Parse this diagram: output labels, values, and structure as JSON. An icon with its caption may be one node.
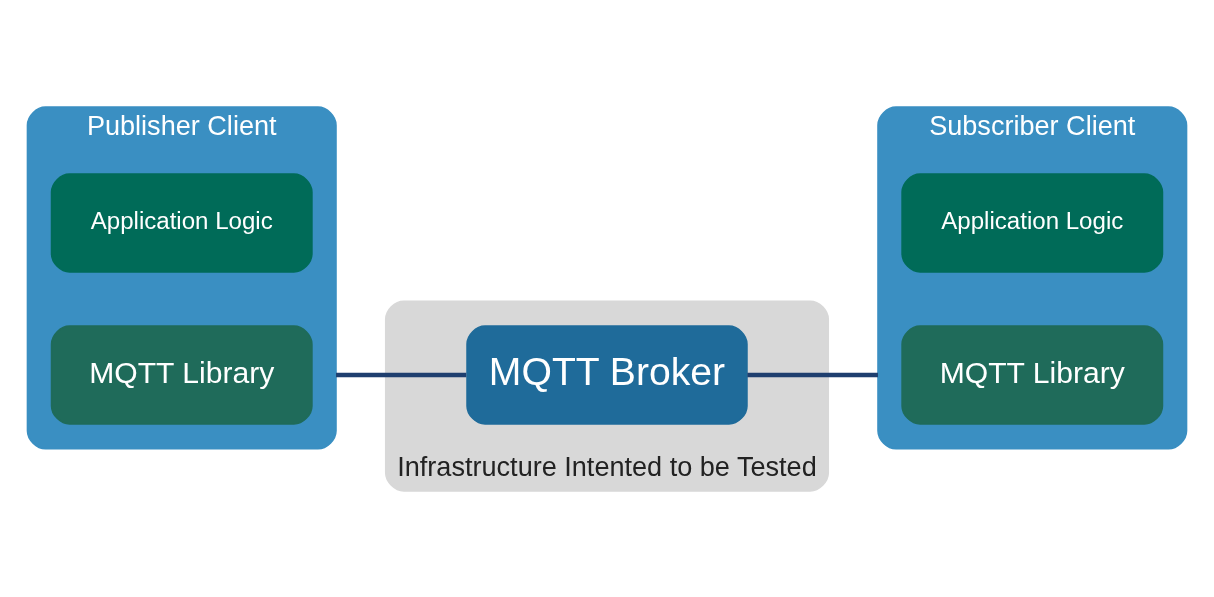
{
  "diagram": {
    "nodes": [
      {
        "text": [
          "Publisher Client"
        ]
      },
      {
        "text": [
          "Application Logic"
        ],
        "in": 0
      },
      {
        "text": [
          "MQTT Library"
        ],
        "in": 0
      },
      {
        "text": [
          "Subscriber Client"
        ]
      },
      {
        "text": [
          "Application Logic"
        ],
        "in": 3
      },
      {
        "text": [
          "MQTT Library"
        ],
        "in": 3
      },
      {
        "text": [
          "Infrastructure Intented to be Tested"
        ]
      },
      {
        "text": [
          "MQTT Broker"
        ],
        "in": 6
      }
    ],
    "edges": [
      {
        "from": 0,
        "to": 7,
        "arrow": "none"
      },
      {
        "from": 7,
        "to": 3,
        "arrow": "none"
      }
    ]
  }
}
